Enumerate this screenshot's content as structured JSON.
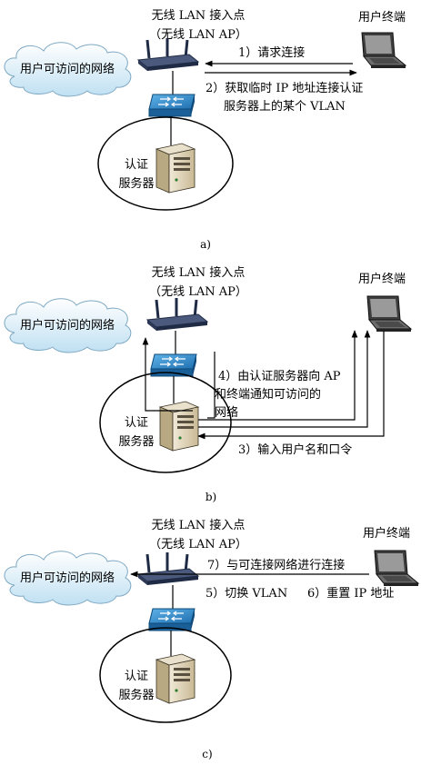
{
  "panels": [
    {
      "caption": "a)",
      "ap_label_1": "无线 LAN 接入点",
      "ap_label_2": "（无线 LAN AP）",
      "terminal_label": "用户终端",
      "network_label": "用户可访问的网络",
      "server_label_1": "认证",
      "server_label_2": "服务器",
      "step_1": "1）请求连接",
      "step_2_line_1": "2）获取临时 IP 地址连接认证",
      "step_2_line_2": "服务器上的某个 VLAN"
    },
    {
      "caption": "b)",
      "ap_label_1": "无线 LAN 接入点",
      "ap_label_2": "（无线 LAN AP）",
      "terminal_label": "用户终端",
      "network_label": "用户可访问的网络",
      "server_label_1": "认证",
      "server_label_2": "服务器",
      "step_4_line_1": "4）由认证服务器向 AP",
      "step_4_line_2": "和终端通知可访问的",
      "step_4_line_3": "网络",
      "step_3": "3）输入用户名和口令"
    },
    {
      "caption": "c)",
      "ap_label_1": "无线 LAN 接入点",
      "ap_label_2": "（无线 LAN AP）",
      "terminal_label": "用户终端",
      "network_label": "用户可访问的网络",
      "server_label_1": "认证",
      "server_label_2": "服务器",
      "step_7": "7）与可连接网络进行连接",
      "step_5": "5）切换 VLAN",
      "step_6": "6）重置 IP 地址"
    }
  ]
}
